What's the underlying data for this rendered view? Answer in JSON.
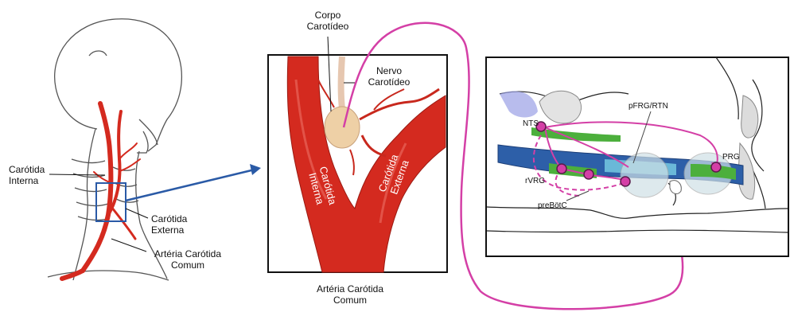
{
  "panel_left": {
    "carotida_interna": [
      "Carótida",
      "Interna"
    ],
    "carotida_externa": [
      "Carótida",
      "Externa"
    ],
    "arteria_carotida_comum": [
      "Artéria Carótida",
      "Comum"
    ]
  },
  "panel_middle": {
    "corpo_carotideo": [
      "Corpo",
      "Carotídeo"
    ],
    "nervo_carotideo": [
      "Nervo",
      "Carotídeo"
    ],
    "inner_interna": [
      "Carótida",
      "Interna"
    ],
    "inner_externa": [
      "Carótida",
      "Externa"
    ],
    "arteria_carotida_comum": [
      "Artéria Carótida",
      "Comum"
    ]
  },
  "panel_right": {
    "nts": "NTS",
    "pfrg_rtn": "pFRG/RTN",
    "prg": "PRG",
    "rvrg": "rVRG",
    "prebotc": "preBötC"
  },
  "colors": {
    "artery": "#d42a1f",
    "nerve_pathway": "#d43fa6",
    "pointer_arrow": "#2a5aa6",
    "brainstem_band": "#2d5fa8",
    "region_green": "#4caf3c"
  }
}
